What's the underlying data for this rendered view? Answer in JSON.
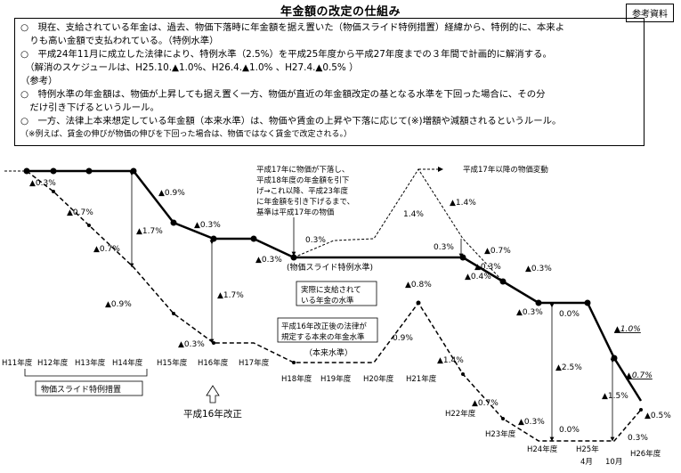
{
  "title": "年金額の改定の仕組み",
  "badge": "参考資料",
  "box": {
    "lines": [
      "○　現在、支給されている年金は、過去、物価下落時に年金額を据え置いた（物価スライド特例措置）経緯から、特例的に、本来よ",
      "　りも高い金額で支払われている。（特例水準）",
      "○　平成24年11月に成立した法律により、特例水準（2.5%）を平成25年度から平成27年度までの３年間で計画的に解消する。",
      "　（解消のスケジュールは、H25.10.▲1.0%、H26.4.▲1.0% 、H27.4.▲0.5% ）",
      "（参考）",
      "○　特例水準の年金額は、物価が上昇しても据え置く一方、物価が直近の年金額改定の基となる水準を下回った場合に、その分",
      "　だけ引き下げるというルール。",
      "○　一方、法律上本来想定している年金額（本来水準）は、物価や賃金の上昇や下落に応じて(※)増額や減額されるというルール。"
    ],
    "note": "（※例えば、賃金の伸びが物価の伸びを下回った場合は、物価ではなく賃金で改定される。）"
  },
  "x_labels": [
    "H11年度",
    "H12年度",
    "H13年度",
    "H14年度",
    "H15年度",
    "H16年度",
    "H17年度",
    "H18年度",
    "H19年度",
    "H20年度",
    "H21年度",
    "H22年度",
    "H23年度",
    "H24年度",
    "H25年",
    "4月",
    "10月",
    "H26年度"
  ],
  "pct_labels": [
    "▲0.3%",
    "▲0.7%",
    "▲0.7%",
    "▲0.9%",
    "▲1.7%",
    "▲0.9%",
    "▲0.3%",
    "▲0.3%",
    "▲1.7%",
    "▲0.3%",
    "0.3%",
    "1.4%",
    "▲1.4%",
    "0.3%",
    "▲0.7%",
    "▲0.3%",
    "▲0.4%",
    "▲0.8%",
    "0.9%",
    "▲1.4%",
    "▲0.7%",
    "▲0.3%",
    "▲0.3%",
    "0.0%",
    "▲2.5%",
    "▲1.0%",
    "▲1.5%",
    "▲0.7%",
    "0.3%",
    "▲0.5%",
    "0.0%",
    "▲0.3%"
  ],
  "annotations": {
    "h17_note": [
      "平成17年に物価が下落し、",
      "平成18年度の年金額を引下",
      "げ→これ以降、平成23年度",
      "に年金額を引き下げるまで、",
      "基準は平成17年の物価"
    ],
    "future_note": "平成17年以降の物価変動",
    "tokurei_label": "(物価スライド特例水準)",
    "actual_box": [
      "実際に支給されて",
      "いる年金の水準"
    ],
    "honrai_box": [
      "平成16年改正後の法律が",
      "規定する本来の年金水準"
    ],
    "honrai_label": "（本来水準）",
    "sochi_box": "物価スライド特例措置",
    "kaisei_label": "平成16年改正"
  }
}
